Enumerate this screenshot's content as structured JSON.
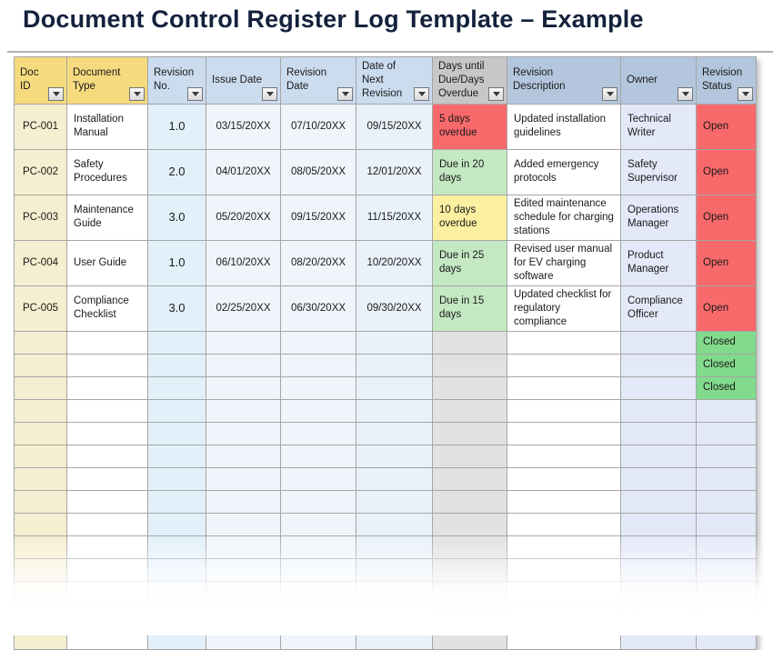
{
  "title": "Document Control Register Log Template – Example",
  "colors": {
    "title_text": "#14213D",
    "rule_gray": "#B3B3B3",
    "grid_line": "#A6A6A6",
    "header_yellow": "#F5DA7E",
    "header_blue_light": "#CBDCEF",
    "header_blue_med": "#B3C6DE",
    "header_gray": "#C7C7C7",
    "cell_cream": "#F6EED0",
    "cell_blue_pale": "#E2F0FA",
    "cell_blue_faint": "#EFF5FB",
    "cell_blue_faint2": "#E9F1F9",
    "cell_periwinkle": "#E3E9F8",
    "cell_gray": "#E2E2E2",
    "status_red": "#F8696B",
    "status_green_light": "#C3E8C2",
    "status_yellow": "#FBEFA0",
    "status_green": "#82DA8C"
  },
  "table": {
    "columns": [
      {
        "key": "doc_id",
        "label": "Doc ID",
        "header_variant": "yellow",
        "cell_variant": "cream",
        "align": "center",
        "width": 58
      },
      {
        "key": "doc_type",
        "label": "Document Type",
        "header_variant": "yellow",
        "cell_variant": "white",
        "align": "left",
        "width": 89
      },
      {
        "key": "rev_no",
        "label": "Revision No.",
        "header_variant": "blue-light",
        "cell_variant": "blue-pale",
        "align": "center",
        "width": 64
      },
      {
        "key": "issue_date",
        "label": "Issue Date",
        "header_variant": "blue-light",
        "cell_variant": "blue-faint",
        "align": "center",
        "width": 82
      },
      {
        "key": "rev_date",
        "label": "Revision Date",
        "header_variant": "blue-light",
        "cell_variant": "blue-faint",
        "align": "center",
        "width": 83
      },
      {
        "key": "next_rev_date",
        "label": "Date of Next Revision",
        "header_variant": "blue-light",
        "cell_variant": "blue-faint2",
        "align": "center",
        "width": 84
      },
      {
        "key": "days",
        "label": "Days until Due/Days Overdue",
        "header_variant": "gray",
        "cell_variant": "gray",
        "align": "left",
        "width": 82
      },
      {
        "key": "description",
        "label": "Revision Description",
        "header_variant": "blue-med",
        "cell_variant": "white",
        "align": "left",
        "width": 125
      },
      {
        "key": "owner",
        "label": "Owner",
        "header_variant": "blue-med",
        "cell_variant": "periwinkle",
        "align": "left",
        "width": 83
      },
      {
        "key": "status",
        "label": "Revision Status",
        "header_variant": "blue-med",
        "cell_variant": "periwinkle",
        "align": "left",
        "width": 66
      }
    ],
    "rows": [
      {
        "doc_id": "PC-001",
        "doc_type": "Installation Manual",
        "rev_no": "1.0",
        "issue_date": "03/15/20XX",
        "rev_date": "07/10/20XX",
        "next_rev_date": "09/15/20XX",
        "days": "5 days overdue",
        "days_variant": "red",
        "description": "Updated installation guidelines",
        "owner": "Technical Writer",
        "status": "Open",
        "status_variant": "red"
      },
      {
        "doc_id": "PC-002",
        "doc_type": "Safety Procedures",
        "rev_no": "2.0",
        "issue_date": "04/01/20XX",
        "rev_date": "08/05/20XX",
        "next_rev_date": "12/01/20XX",
        "days": "Due in 20 days",
        "days_variant": "green",
        "description": "Added emergency protocols",
        "owner": "Safety Supervisor",
        "status": "Open",
        "status_variant": "red"
      },
      {
        "doc_id": "PC-003",
        "doc_type": "Maintenance Guide",
        "rev_no": "3.0",
        "issue_date": "05/20/20XX",
        "rev_date": "09/15/20XX",
        "next_rev_date": "11/15/20XX",
        "days": "10 days overdue",
        "days_variant": "yellow",
        "description": "Edited maintenance schedule for charging stations",
        "owner": "Operations Manager",
        "status": "Open",
        "status_variant": "red"
      },
      {
        "doc_id": "PC-004",
        "doc_type": "User Guide",
        "rev_no": "1.0",
        "issue_date": "06/10/20XX",
        "rev_date": "08/20/20XX",
        "next_rev_date": "10/20/20XX",
        "days": "Due in 25 days",
        "days_variant": "green",
        "description": "Revised user manual for EV charging software",
        "owner": "Product Manager",
        "status": "Open",
        "status_variant": "red"
      },
      {
        "doc_id": "PC-005",
        "doc_type": "Compliance Checklist",
        "rev_no": "3.0",
        "issue_date": "02/25/20XX",
        "rev_date": "06/30/20XX",
        "next_rev_date": "09/30/20XX",
        "days": "Due in 15 days",
        "days_variant": "green",
        "description": "Updated checklist for regulatory compliance",
        "owner": "Compliance Officer",
        "status": "Open",
        "status_variant": "red"
      }
    ],
    "closed_rows": [
      {
        "status": "Closed",
        "status_variant": "green-closed"
      },
      {
        "status": "Closed",
        "status_variant": "green-closed"
      },
      {
        "status": "Closed",
        "status_variant": "green-closed"
      }
    ],
    "empty_row_count": 11
  }
}
